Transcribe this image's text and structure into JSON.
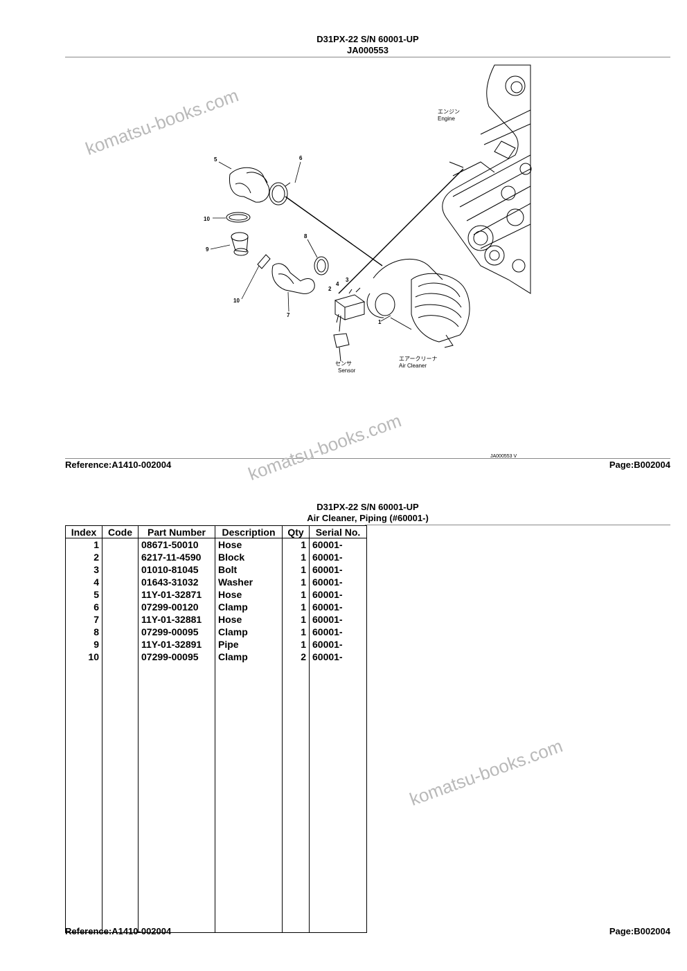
{
  "page1": {
    "title": "D31PX-22 S/N 60001-UP",
    "subtitle": "JA000553",
    "reference": "Reference:A1410-002004",
    "page": "Page:B002004",
    "drawing_code": "JA000553 V"
  },
  "diagram": {
    "labels": {
      "engine_jp": "エンジン",
      "engine_en": "Engine",
      "sensor_jp": "センサ",
      "sensor_en": "Sensor",
      "cleaner_jp": "エアークリーナ",
      "cleaner_en": "Air Cleaner"
    },
    "callouts": [
      "1",
      "2",
      "3",
      "4",
      "5",
      "6",
      "7",
      "8",
      "9",
      "10",
      "10"
    ]
  },
  "page2": {
    "title": "D31PX-22 S/N 60001-UP",
    "subtitle": "Air Cleaner, Piping (#60001-)",
    "reference": "Reference:A1410-002004",
    "page": "Page:B002004"
  },
  "table": {
    "headers": [
      "Index",
      "Code",
      "Part Number",
      "Description",
      "Qty",
      "Serial No."
    ],
    "rows": [
      {
        "index": "1",
        "code": "",
        "part": "08671-50010",
        "desc": "Hose",
        "qty": "1",
        "serial": "60001-"
      },
      {
        "index": "2",
        "code": "",
        "part": "6217-11-4590",
        "desc": "Block",
        "qty": "1",
        "serial": "60001-"
      },
      {
        "index": "3",
        "code": "",
        "part": "01010-81045",
        "desc": "Bolt",
        "qty": "1",
        "serial": "60001-"
      },
      {
        "index": "4",
        "code": "",
        "part": "01643-31032",
        "desc": "Washer",
        "qty": "1",
        "serial": "60001-"
      },
      {
        "index": "5",
        "code": "",
        "part": "11Y-01-32871",
        "desc": "Hose",
        "qty": "1",
        "serial": "60001-"
      },
      {
        "index": "6",
        "code": "",
        "part": "07299-00120",
        "desc": "Clamp",
        "qty": "1",
        "serial": "60001-"
      },
      {
        "index": "7",
        "code": "",
        "part": "11Y-01-32881",
        "desc": "Hose",
        "qty": "1",
        "serial": "60001-"
      },
      {
        "index": "8",
        "code": "",
        "part": "07299-00095",
        "desc": "Clamp",
        "qty": "1",
        "serial": "60001-"
      },
      {
        "index": "9",
        "code": "",
        "part": "11Y-01-32891",
        "desc": "Pipe",
        "qty": "1",
        "serial": "60001-"
      },
      {
        "index": "10",
        "code": "",
        "part": "07299-00095",
        "desc": "Clamp",
        "qty": "2",
        "serial": "60001-"
      }
    ]
  },
  "watermark": "komatsu-books.com"
}
